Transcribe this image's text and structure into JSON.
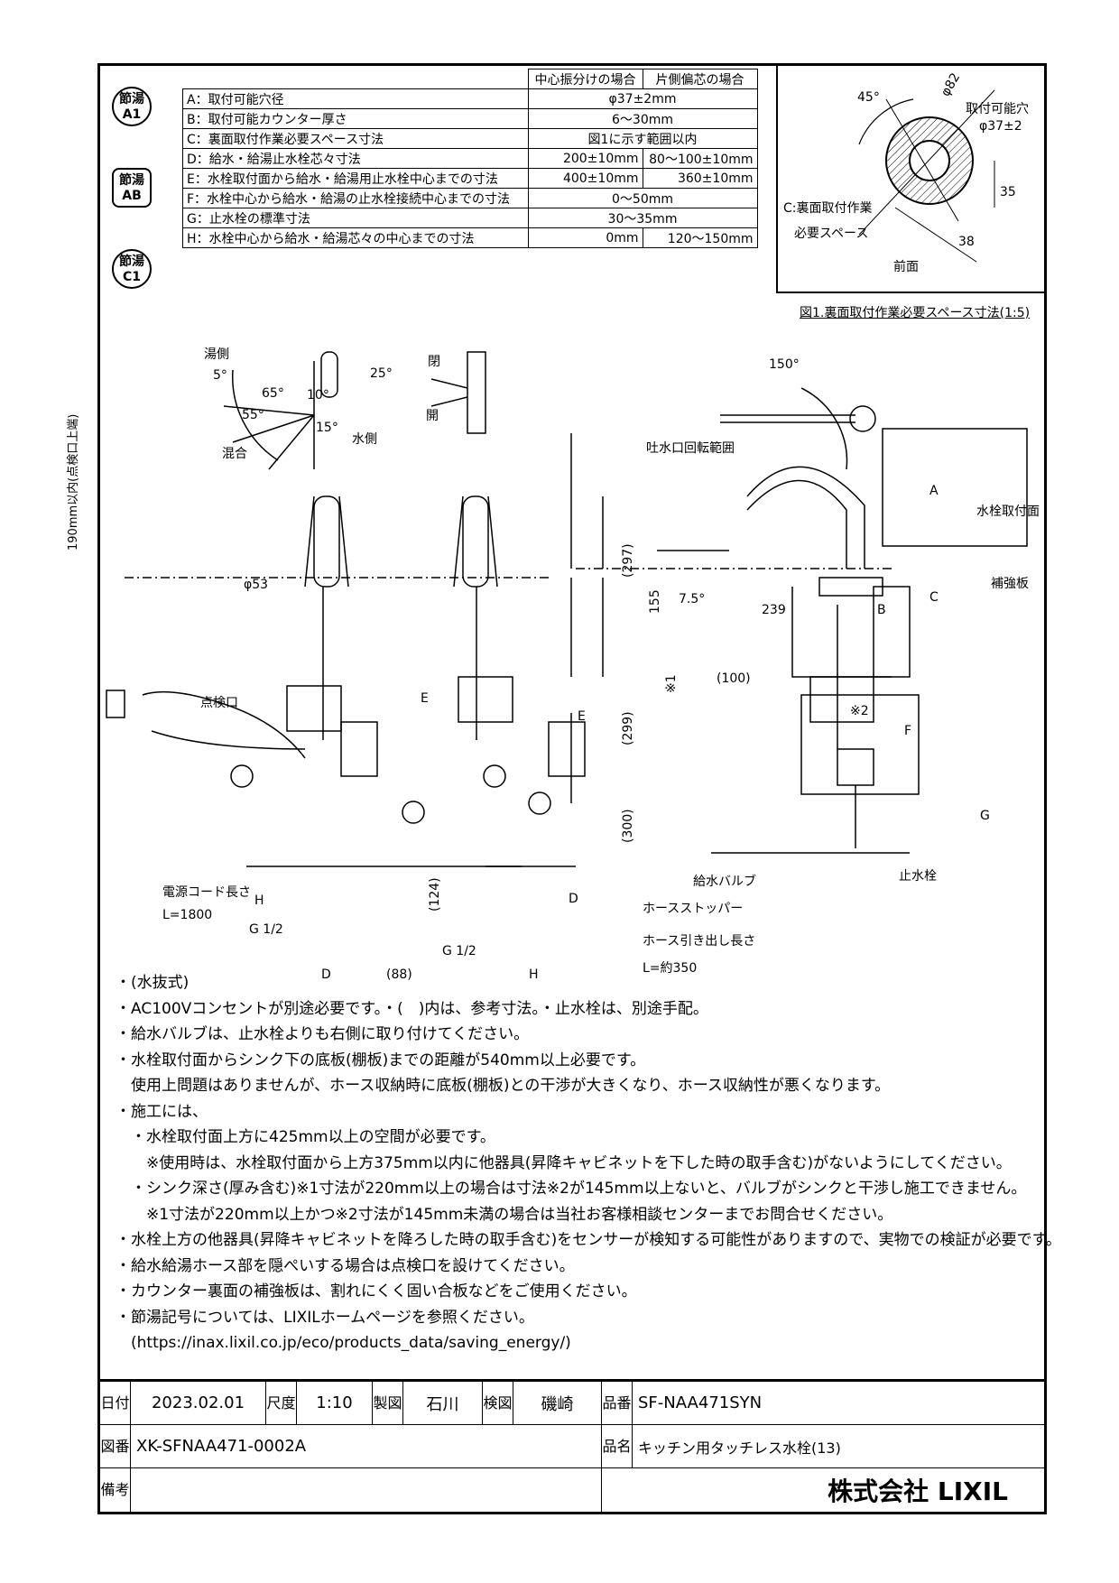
{
  "badges": {
    "a1": {
      "top": "節湯",
      "bottom": "A1"
    },
    "ab": {
      "top": "節湯",
      "bottom": "AB"
    },
    "c1": {
      "top": "節湯",
      "bottom": "C1"
    }
  },
  "spec_table": {
    "headers": [
      "中心振分けの場合",
      "片側偏芯の場合"
    ],
    "rows": [
      {
        "label": "A：取付可能穴径",
        "merged": "φ37±2mm"
      },
      {
        "label": "B：取付可能カウンター厚さ",
        "merged": "6～30mm"
      },
      {
        "label": "C：裏面取付作業必要スペース寸法",
        "merged": "図1に示す範囲以内"
      },
      {
        "label": "D：給水・給湯止水栓芯々寸法",
        "center": "200±10mm",
        "offset": "80～100±10mm"
      },
      {
        "label": "E：水栓取付面から給水・給湯用止水栓中心までの寸法",
        "center": "400±10mm",
        "offset": "360±10mm"
      },
      {
        "label": "F：水栓中心から給水・給湯の止水栓接続中心までの寸法",
        "merged": "0～50mm"
      },
      {
        "label": "G：止水栓の標準寸法",
        "merged": "30～35mm"
      },
      {
        "label": "H：水栓中心から給水・給湯芯々の中心までの寸法",
        "center": "0mm",
        "offset": "120～150mm"
      }
    ]
  },
  "figure1": {
    "caption": "図1.裏面取付作業必要スペース寸法(1:5)",
    "labels": [
      "45°",
      "φ82",
      "取付可能穴",
      "φ37±2",
      "C:裏面取付作業",
      "必要スペース",
      "35",
      "38",
      "前面"
    ]
  },
  "drawing_labels": {
    "handle": [
      "湯側",
      "5°",
      "65°",
      "10°",
      "55°",
      "15°",
      "水側",
      "混合",
      "25°",
      "閉",
      "開"
    ],
    "spout": [
      "150°",
      "吐水口回転範囲"
    ],
    "front": [
      "190mm以内(点検口上端)",
      "φ53",
      "点検口",
      "E",
      "電源コード長さ",
      "L=1800",
      "H",
      "G 1/2",
      "D",
      "(88)",
      "(124)"
    ],
    "mid": [
      "E",
      "D",
      "H",
      "G 1/2"
    ],
    "side": [
      "A",
      "水栓取付面",
      "B",
      "補強板",
      "C",
      "(297)",
      "155",
      "7.5°",
      "239",
      "(100)",
      "※1",
      "※2",
      "(299)",
      "F",
      "(300)",
      "G",
      "止水栓",
      "給水バルブ",
      "ホースストッパー",
      "ホース引き出し長さ",
      "L=約350"
    ]
  },
  "notes": [
    "・(水抜式)",
    "・AC100Vコンセントが別途必要です。・(　)内は、参考寸法。・止水栓は、別途手配。",
    "・給水バルブは、止水栓よりも右側に取り付けてください。",
    "・水栓取付面からシンク下の底板(棚板)までの距離が540mm以上必要です。",
    "　使用上問題はありませんが、ホース収納時に底板(棚板)との干渉が大きくなり、ホース収納性が悪くなります。",
    "・施工には、",
    "　・水栓取付面上方に425mm以上の空間が必要です。",
    "　　※使用時は、水栓取付面から上方375mm以内に他器具(昇降キャビネットを下した時の取手含む)がないようにしてください。",
    "　・シンク深さ(厚み含む)※1寸法が220mm以上の場合は寸法※2が145mm以上ないと、バルブがシンクと干渉し施工できません。",
    "　　※1寸法が220mm以上かつ※2寸法が145mm未満の場合は当社お客様相談センターまでお問合せください。",
    "・水栓上方の他器具(昇降キャビネットを降ろした時の取手含む)をセンサーが検知する可能性がありますので、実物での検証が必要です。",
    "・給水給湯ホース部を隠ぺいする場合は点検口を設けてください。",
    "・カウンター裏面の補強板は、割れにくく固い合板などをご使用ください。",
    "・節湯記号については、LIXILホームページを参照ください。",
    "　(https://inax.lixil.co.jp/eco/products_data/saving_energy/)"
  ],
  "title_block": {
    "date_label": "日付",
    "date": "2023.02.01",
    "scale_label": "尺度",
    "scale": "1:10",
    "drawn_label": "製図",
    "drawn": "石川",
    "checked_label": "検図",
    "checked": "磯崎",
    "part_label": "品番",
    "part": "SF-NAA471SYN",
    "drawing_no_label": "図番",
    "drawing_no": "XK-SFNAA471-0002A",
    "name_label": "品名",
    "name": "キッチン用タッチレス水栓(13)",
    "remarks_label": "備考",
    "company": "株式会社 LIXIL"
  }
}
